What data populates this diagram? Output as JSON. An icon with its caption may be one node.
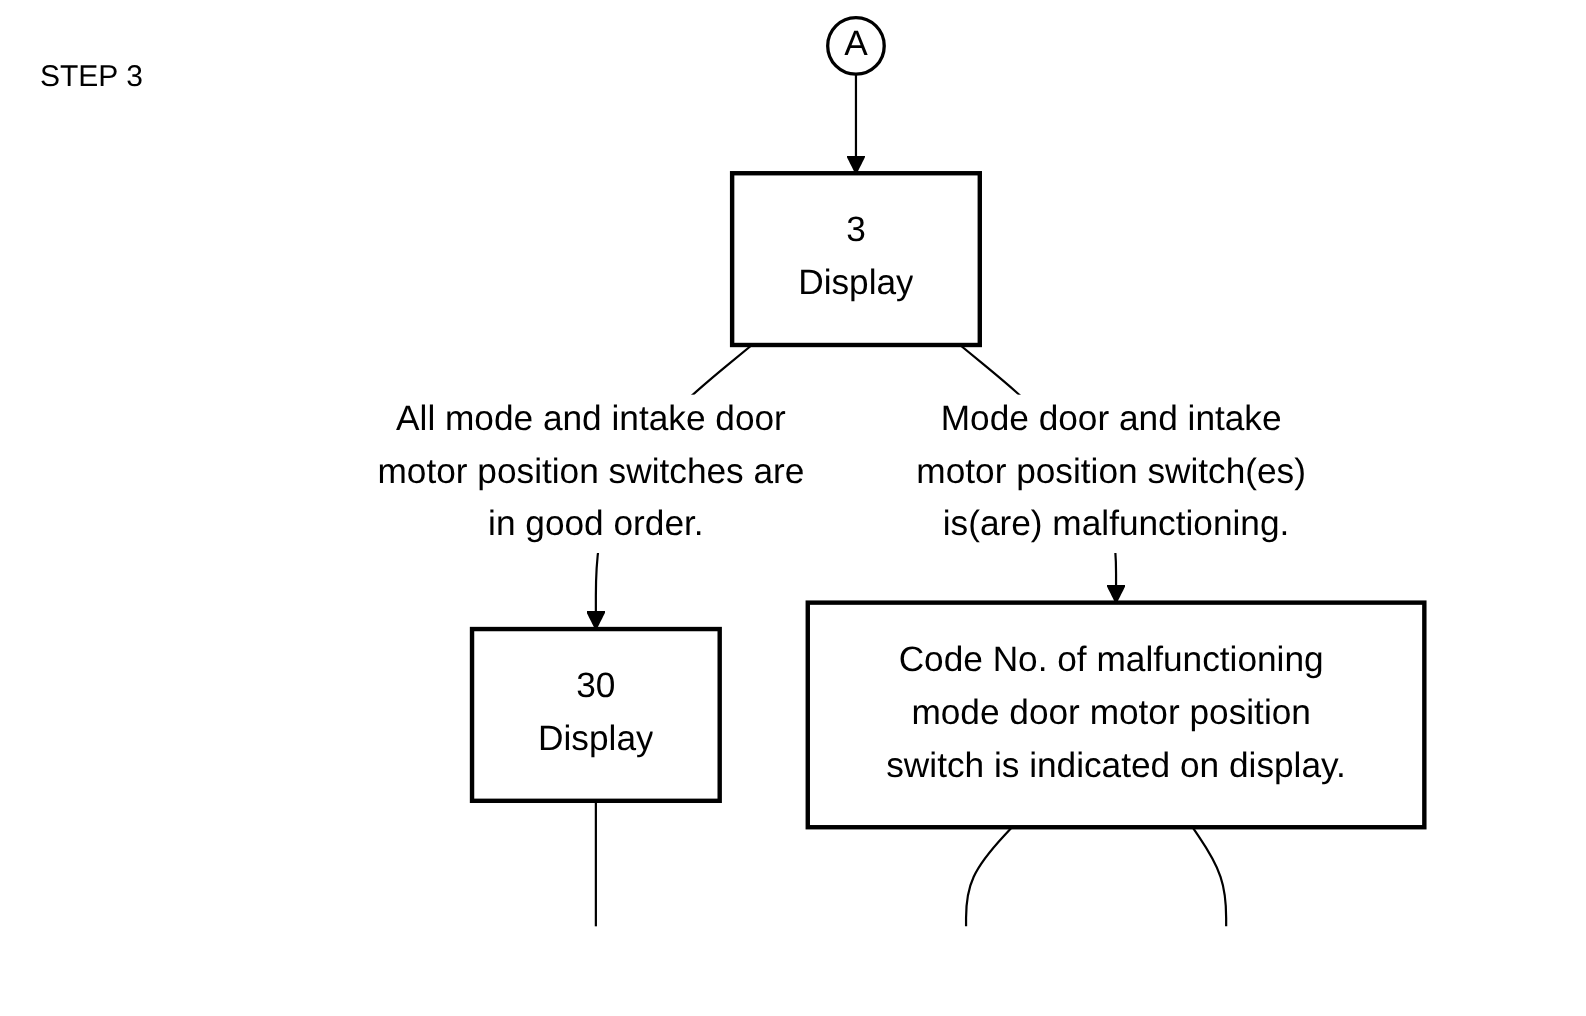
{
  "diagram": {
    "nodes": [
      {
        "text": [
          "A"
        ]
      },
      {
        "text": [
          "3",
          "Display"
        ]
      },
      {
        "text": [
          "30",
          "Display"
        ]
      },
      {
        "text": [
          "Code No. of malfunctioning mode door motor position switch is indicated on display."
        ]
      }
    ],
    "edges": [
      {
        "from": 0,
        "to": 1,
        "arrow": "to"
      },
      {
        "from": 1,
        "to": 2,
        "arrow": "to",
        "label": "All mode and intake door motor position switches are in good order."
      },
      {
        "from": 1,
        "to": 3,
        "arrow": "to",
        "label": "Mode door and intake motor position switch(es) is(are) malfunctioning."
      },
      {
        "from": 2,
        "to": null,
        "arrow": "none"
      },
      {
        "from": 3,
        "to": null,
        "arrow": "none"
      },
      {
        "from": 3,
        "to": null,
        "arrow": "none"
      }
    ],
    "labels": [
      "STEP 3"
    ]
  }
}
